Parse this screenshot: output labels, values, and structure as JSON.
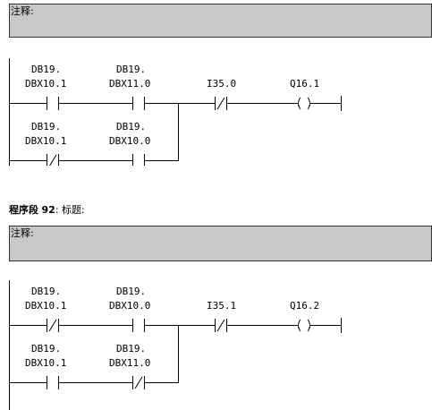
{
  "networks": [
    {
      "comment_label": "注释:",
      "contacts": [
        {
          "line1": "DB19.",
          "line2": "DBX10.1",
          "type": "NO"
        },
        {
          "line1": "DB19.",
          "line2": "DBX11.0",
          "type": "NO"
        },
        {
          "line1": "DB19.",
          "line2": "DBX10.1",
          "type": "NC"
        },
        {
          "line1": "DB19.",
          "line2": "DBX10.0",
          "type": "NO"
        },
        {
          "line1": "I35.0",
          "type": "NC"
        }
      ],
      "coil": {
        "label": "Q16.1"
      }
    },
    {
      "segment_title": {
        "prefix": "程序段",
        "number": "92",
        "sep": ":",
        "title": "标题:"
      },
      "comment_label": "注释:",
      "contacts": [
        {
          "line1": "DB19.",
          "line2": "DBX10.1",
          "type": "NC"
        },
        {
          "line1": "DB19.",
          "line2": "DBX10.0",
          "type": "NO"
        },
        {
          "line1": "DB19.",
          "line2": "DBX10.1",
          "type": "NO"
        },
        {
          "line1": "DB19.",
          "line2": "DBX11.0",
          "type": "NC"
        },
        {
          "line1": "I35.1",
          "type": "NC"
        }
      ],
      "coil": {
        "label": "Q16.2"
      }
    }
  ]
}
